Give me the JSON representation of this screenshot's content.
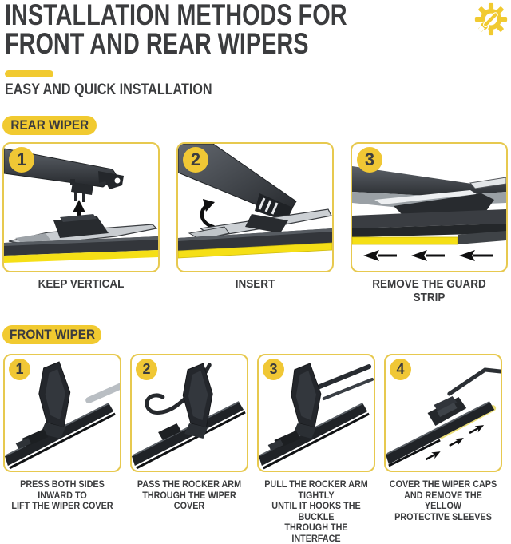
{
  "header": {
    "title_line1": "INSTALLATION METHODS FOR",
    "title_line2": "FRONT AND REAR WIPERS",
    "subtitle": "EASY AND QUICK INSTALLATION",
    "icon": "gear-wrench-icon"
  },
  "colors": {
    "accent_yellow": "#f1ca30",
    "panel_border_yellow": "#e7c94f",
    "guard_strip_yellow": "#f5df16",
    "protective_sleeve_yellow": "#ecdf79",
    "text_dark": "#3b3c3e"
  },
  "rear_section": {
    "label": "REAR WIPER",
    "steps": [
      {
        "number": "1",
        "caption": "KEEP VERTICAL"
      },
      {
        "number": "2",
        "caption": "INSERT"
      },
      {
        "number": "3",
        "caption": "REMOVE THE GUARD STRIP"
      }
    ]
  },
  "front_section": {
    "label": "FRONT WIPER",
    "steps": [
      {
        "number": "1",
        "caption": "PRESS BOTH SIDES INWARD TO\nLIFT THE WIPER COVER"
      },
      {
        "number": "2",
        "caption": "PASS THE ROCKER ARM\nTHROUGH THE WIPER COVER"
      },
      {
        "number": "3",
        "caption": "PULL THE ROCKER ARM TIGHTLY\nUNTIL IT HOOKS THE BUCKLE\nTHROUGH THE INTERFACE"
      },
      {
        "number": "4",
        "caption": "COVER THE WIPER CAPS\nAND REMOVE THE YELLOW\nPROTECTIVE SLEEVES"
      }
    ]
  }
}
